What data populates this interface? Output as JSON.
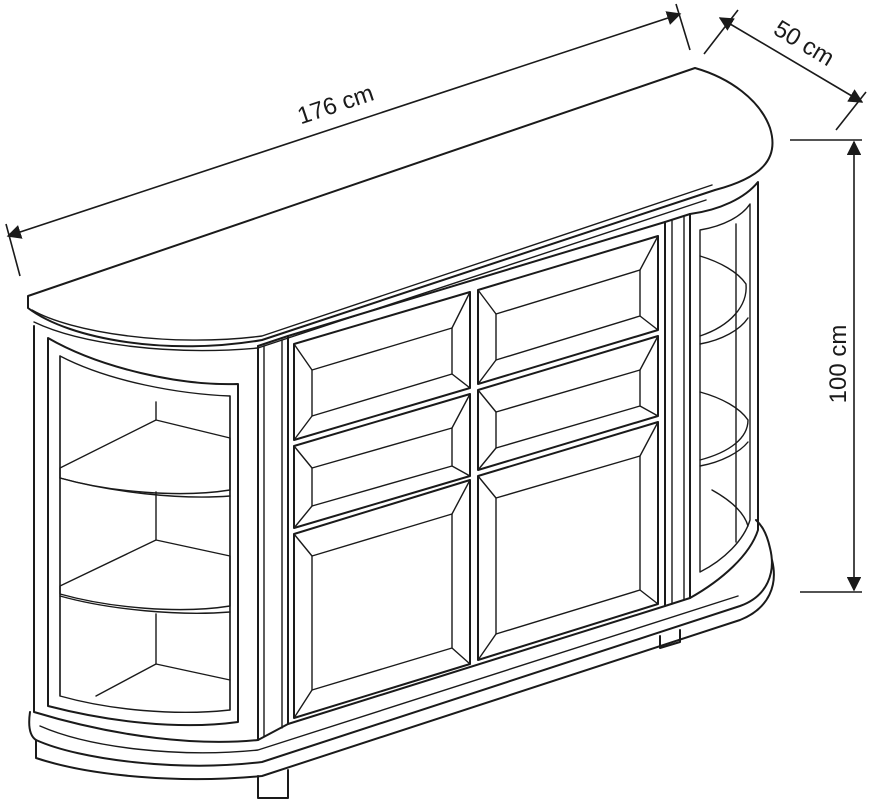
{
  "dimensions": {
    "width": "176 cm",
    "depth": "50 cm",
    "height": "100 cm"
  },
  "line_color": "#1a1a1a",
  "background_color": "#ffffff"
}
